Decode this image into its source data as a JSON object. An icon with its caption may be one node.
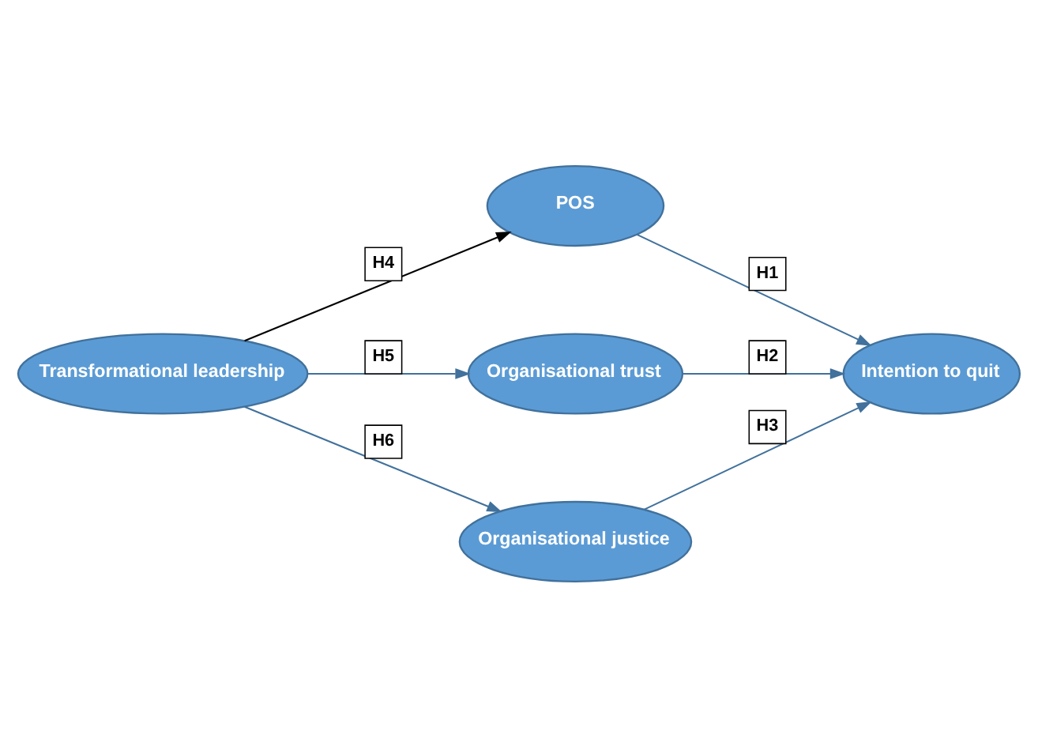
{
  "diagram": {
    "nodes": [
      {
        "text": [
          "Transformational leadership"
        ]
      },
      {
        "text": [
          "POS"
        ]
      },
      {
        "text": [
          "Organisational trust"
        ]
      },
      {
        "text": [
          "Organisational justice"
        ]
      },
      {
        "text": [
          "Intention to quit"
        ]
      }
    ],
    "edges": [
      {
        "from": 0,
        "to": 1,
        "arrow": "to",
        "label": "H4",
        "color": "#000000"
      },
      {
        "from": 0,
        "to": 2,
        "arrow": "to",
        "label": "H5"
      },
      {
        "from": 0,
        "to": 3,
        "arrow": "to",
        "label": "H6"
      },
      {
        "from": 1,
        "to": 4,
        "arrow": "to",
        "label": "H1"
      },
      {
        "from": 2,
        "to": 4,
        "arrow": "to",
        "label": "H2"
      },
      {
        "from": 3,
        "to": 4,
        "arrow": "to",
        "label": "H3"
      }
    ]
  }
}
